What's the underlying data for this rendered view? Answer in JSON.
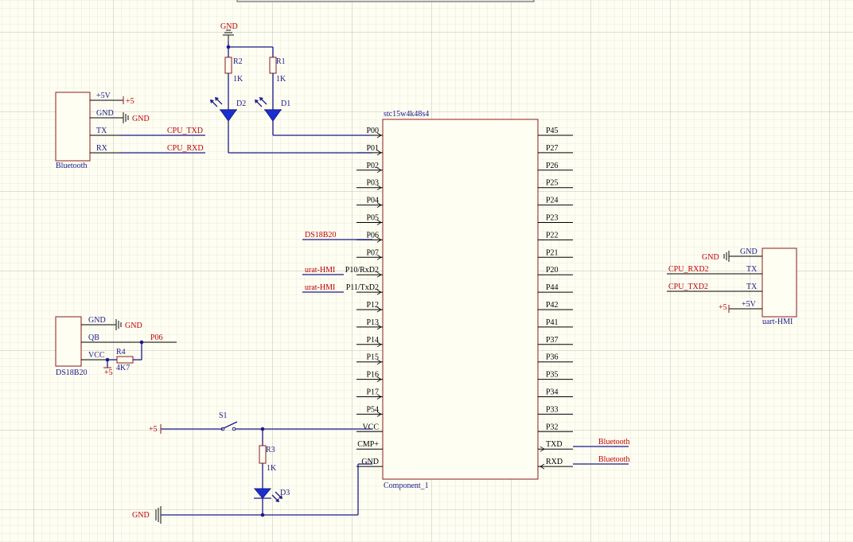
{
  "mcu": {
    "designator": "stc15w4k48s4",
    "comment": "Component_1",
    "left_pins": [
      "P00",
      "P01",
      "P02",
      "P03",
      "P04",
      "P05",
      "P06",
      "P07",
      "P10/RxD2",
      "P11/TxD2",
      "P12",
      "P13",
      "P14",
      "P15",
      "P16",
      "P17",
      "P54",
      "VCC",
      "CMP+",
      "GND"
    ],
    "right_pins": [
      "P45",
      "P27",
      "P26",
      "P25",
      "P24",
      "P23",
      "P22",
      "P21",
      "P20",
      "P44",
      "P42",
      "P41",
      "P37",
      "P36",
      "P35",
      "P34",
      "P33",
      "P32",
      "TXD",
      "RXD"
    ]
  },
  "bluetooth": {
    "name": "Bluetooth",
    "pins": [
      "+5V",
      "GND",
      "TX",
      "RX"
    ],
    "power_label": "+5",
    "gnd_label": "GND",
    "net_tx": "CPU_TXD",
    "net_rx": "CPU_RXD"
  },
  "ds18b20": {
    "name": "DS18B20",
    "pins": [
      "GND",
      "QB",
      "VCC"
    ],
    "gnd_label": "GND",
    "power_label": "+5",
    "net": "P06"
  },
  "uart_hmi": {
    "name": "uart-HMI",
    "pins": [
      "GND",
      "TX",
      "TX",
      "+5V"
    ],
    "gnd_label": "GND",
    "power_label": "+5",
    "net_rxd2": "CPU_RXD2",
    "net_txd2": "CPU_TXD2"
  },
  "resistors": [
    {
      "ref": "R1",
      "value": "1K"
    },
    {
      "ref": "R2",
      "value": "1K"
    },
    {
      "ref": "R3",
      "value": "1K"
    },
    {
      "ref": "R4",
      "value": "4K7"
    }
  ],
  "leds": [
    "D1",
    "D2",
    "D3"
  ],
  "switch": "S1",
  "power": {
    "top_gnd": "GND",
    "bottom_gnd": "GND",
    "vcc_in": "+5"
  },
  "nets": {
    "ds18b20": "DS18B20",
    "urat_hmi_1": "urat-HMI",
    "urat_hmi_2": "urat-HMI",
    "txd_bt": "Bluetooth",
    "rxd_bt": "Bluetooth"
  },
  "colors": {
    "wire": "#1a1a8c",
    "net_label": "#c00000",
    "body_border": "#8b1a1a",
    "background": "#fffef2"
  }
}
